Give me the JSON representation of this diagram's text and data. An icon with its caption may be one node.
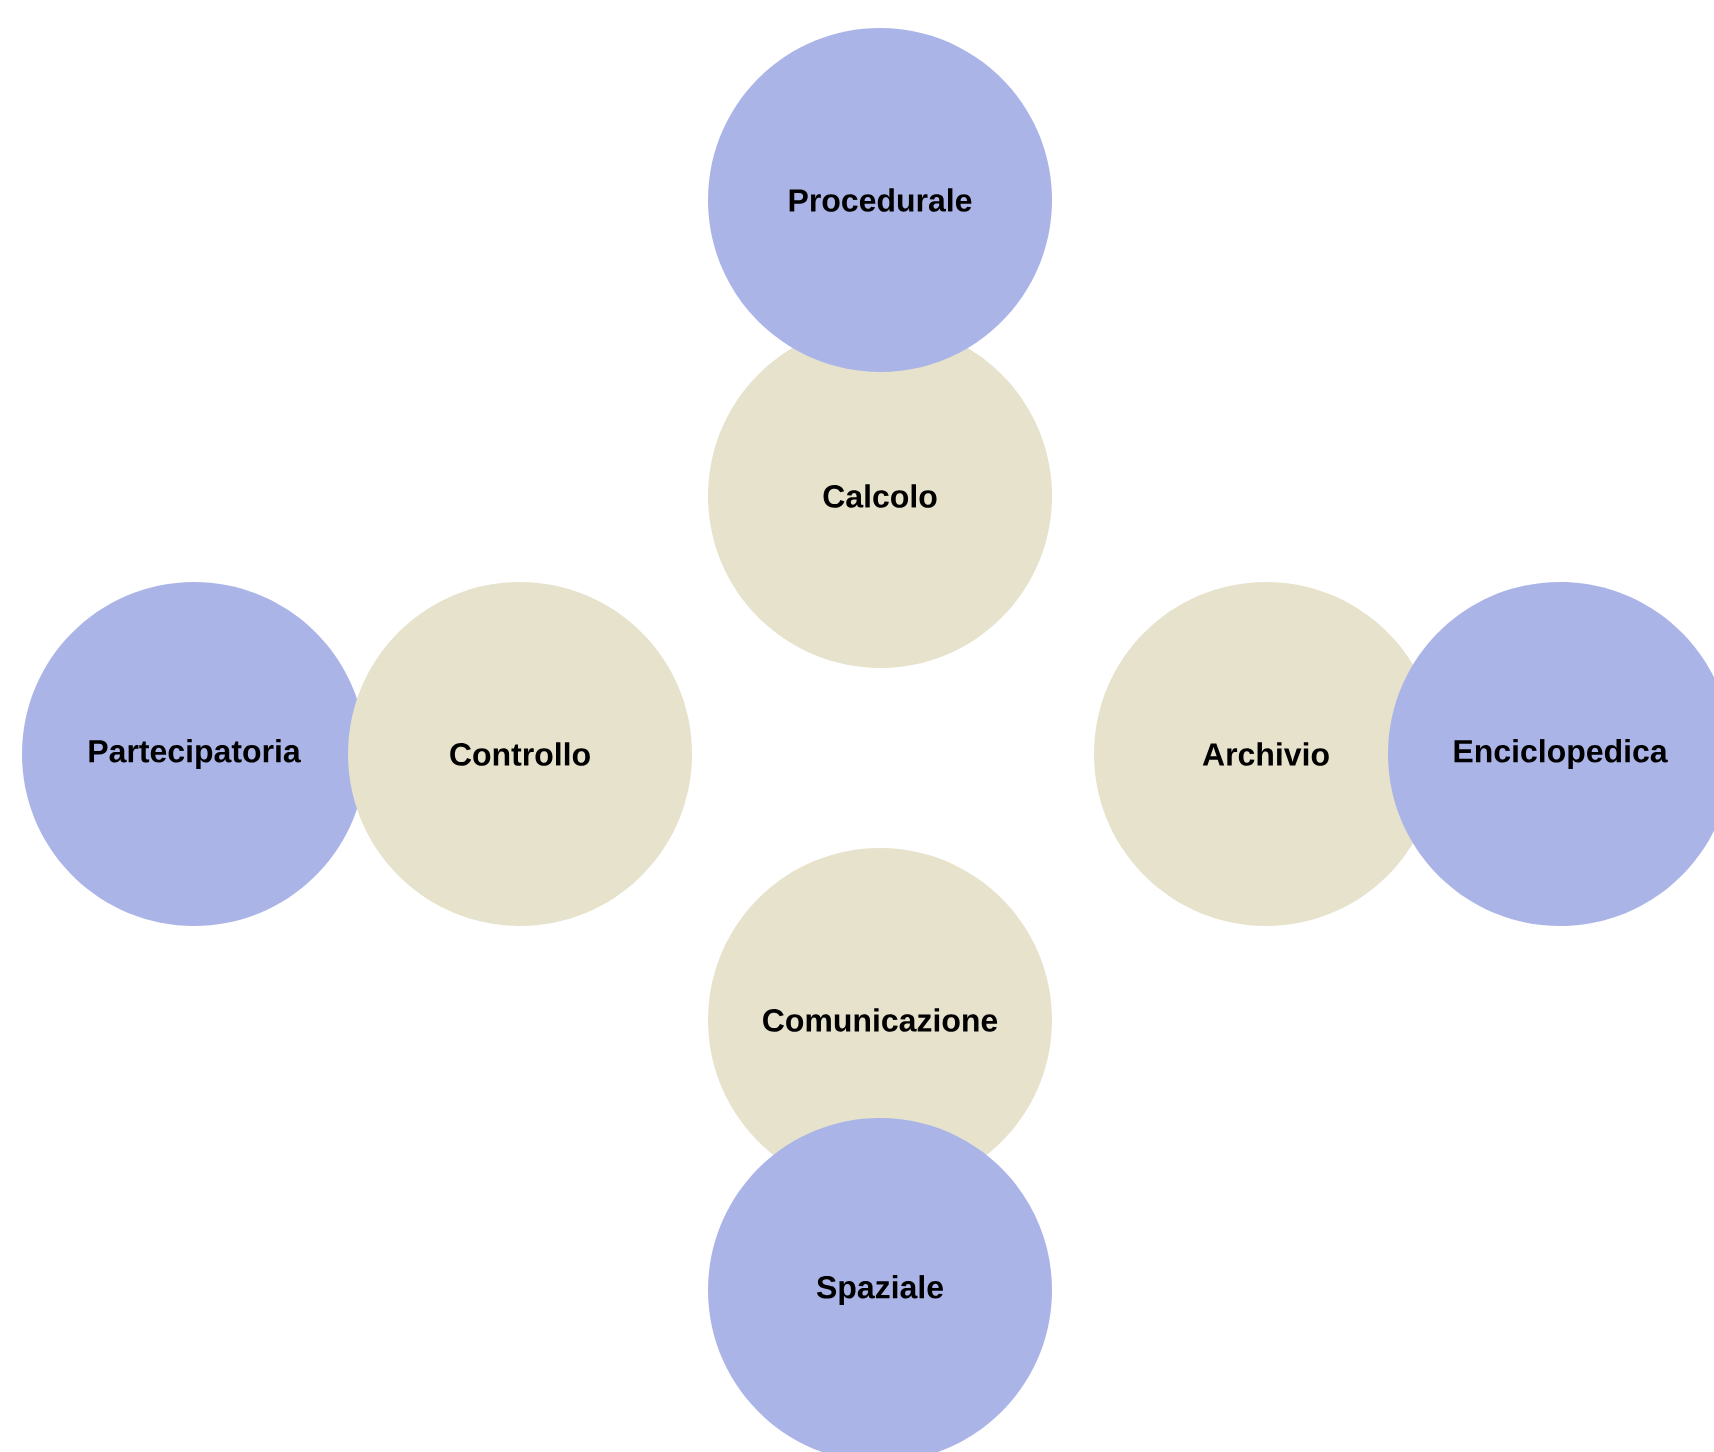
{
  "diagram": {
    "nodes": [
      {
        "text": [
          "Procedurale"
        ]
      },
      {
        "text": [
          "Calcolo"
        ]
      },
      {
        "text": [
          "Partecipatoria"
        ]
      },
      {
        "text": [
          "Controllo"
        ]
      },
      {
        "text": [
          "Archivio"
        ]
      },
      {
        "text": [
          "Enciclopedica"
        ]
      },
      {
        "text": [
          "Comunicazione"
        ]
      },
      {
        "text": [
          "Spaziale"
        ]
      }
    ]
  }
}
